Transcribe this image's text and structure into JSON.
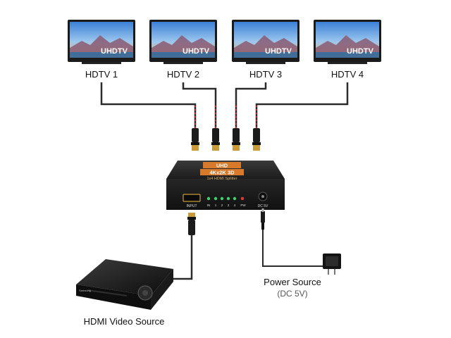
{
  "tvs": [
    {
      "label": "HDTV 1",
      "screen_text": "UHDTV"
    },
    {
      "label": "HDTV 2",
      "screen_text": "UHDTV"
    },
    {
      "label": "HDTV 3",
      "screen_text": "UHDTV"
    },
    {
      "label": "HDTV 4",
      "screen_text": "UHDTV"
    }
  ],
  "splitter": {
    "badge_top": "UHD",
    "badge_bottom": "4Kx2K 3D",
    "model": "1x4 HDMI Splitter",
    "input_label": "INPUT",
    "leds": [
      "IN",
      "1",
      "2",
      "3",
      "4",
      "PW"
    ],
    "dc_label": "DC 5V",
    "led_color": "#3fd36a",
    "power_led_color": "#e23b3b",
    "badge_color": "#d77a2b"
  },
  "source": {
    "label": "HDMI Video Source",
    "brand": "Samsung"
  },
  "power": {
    "label": "Power Source",
    "sublabel": "(DC 5V)"
  },
  "colors": {
    "cable": "#2a2a2a",
    "braid_red": "#c8242b",
    "connector_gold": "#c89a3a"
  }
}
